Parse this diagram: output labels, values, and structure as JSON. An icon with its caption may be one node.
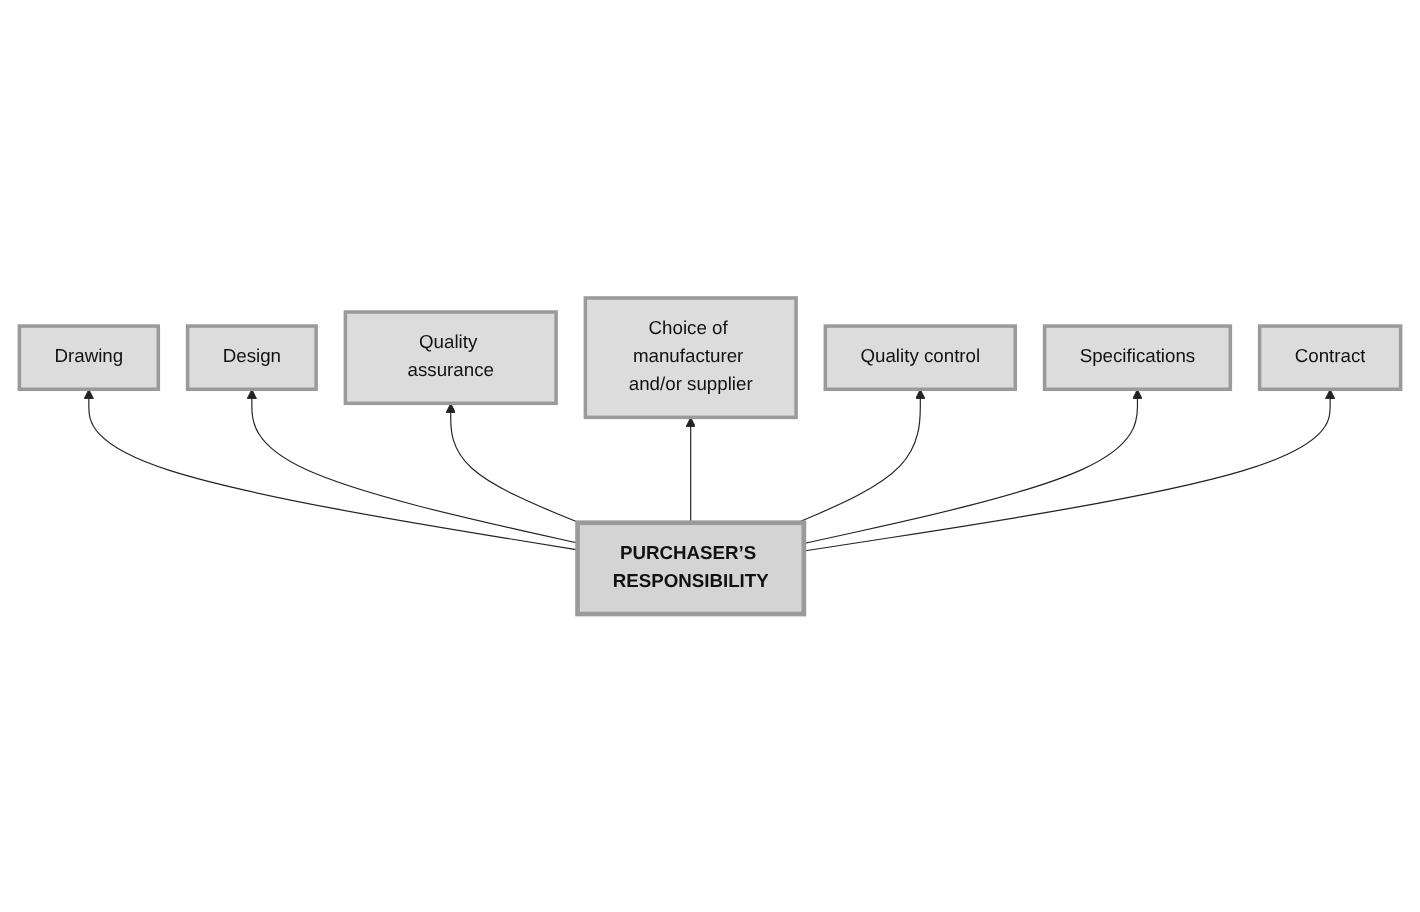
{
  "diagram": {
    "nodes": [
      {
        "text": [
          "Choice of manufacturer and/or supplier"
        ]
      },
      {
        "text": [
          "Quality assurance"
        ]
      },
      {
        "text": [
          "Quality control"
        ]
      },
      {
        "text": [
          "Design"
        ]
      },
      {
        "text": [
          "Specifications"
        ]
      },
      {
        "text": [
          "Drawing"
        ]
      },
      {
        "text": [
          "PURCHASER’S RESPONSIBILITY"
        ]
      },
      {
        "text": [
          "Contract"
        ]
      }
    ],
    "edges": [
      {
        "from": 6,
        "to": 5,
        "arrow": "to"
      },
      {
        "from": 6,
        "to": 3,
        "arrow": "to"
      },
      {
        "from": 6,
        "to": 1,
        "arrow": "to"
      },
      {
        "from": 6,
        "to": 0,
        "arrow": "to"
      },
      {
        "from": 6,
        "to": 2,
        "arrow": "to"
      },
      {
        "from": 6,
        "to": 4,
        "arrow": "to"
      },
      {
        "from": 6,
        "to": 7,
        "arrow": "to"
      }
    ]
  }
}
